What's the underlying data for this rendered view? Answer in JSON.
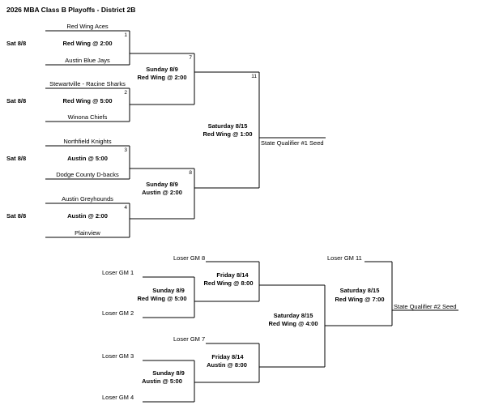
{
  "title": "2026 MBA Class B Playoffs - District 2B",
  "upper": {
    "g1": {
      "num": "1",
      "day": "Sat 8/8",
      "game": "Red Wing @ 2:00",
      "top": "Red Wing Aces",
      "bottom": "Austin Blue Jays"
    },
    "g2": {
      "num": "2",
      "day": "Sat 8/8",
      "game": "Red Wing @ 5:00",
      "top": "Stewartville - Racine Sharks",
      "bottom": "Winona Chiefs"
    },
    "g3": {
      "num": "3",
      "day": "Sat 8/8",
      "game": "Austin @ 5:00",
      "top": "Northfield Knights",
      "bottom": "Dodge County D-backs"
    },
    "g4": {
      "num": "4",
      "day": "Sat 8/8",
      "game": "Austin @ 2:00",
      "top": "Austin Greyhounds",
      "bottom": "Plainview"
    },
    "g7": {
      "num": "7",
      "day": "Sunday 8/9",
      "game": "Red Wing @ 2:00"
    },
    "g8": {
      "num": "8",
      "day": "Sunday 8/9",
      "game": "Austin @ 2:00"
    },
    "g11": {
      "num": "11",
      "day": "Saturday 8/15",
      "game": "Red Wing @ 1:00"
    },
    "seed1": "State Qualifier #1 Seed"
  },
  "lower": {
    "ga": {
      "day": "Sunday 8/9",
      "game": "Red Wing @ 5:00",
      "top": "Loser GM 1",
      "bottom": "Loser GM 2"
    },
    "gb": {
      "day": "Sunday 8/9",
      "game": "Austin @ 5:00",
      "top": "Loser GM 3",
      "bottom": "Loser GM 4"
    },
    "gc": {
      "day": "Friday 8/14",
      "game": "Red Wing @ 8:00",
      "top": "Loser GM 8"
    },
    "gd": {
      "day": "Friday 8/14",
      "game": "Austin @ 8:00",
      "top": "Loser GM 7"
    },
    "ge": {
      "day": "Saturday 8/15",
      "game": "Red Wing @ 4:00"
    },
    "gf": {
      "day": "Saturday 8/15",
      "game": "Red Wing @ 7:00",
      "top": "Loser GM 11"
    },
    "seed2": "State Qualifier #2 Seed"
  }
}
